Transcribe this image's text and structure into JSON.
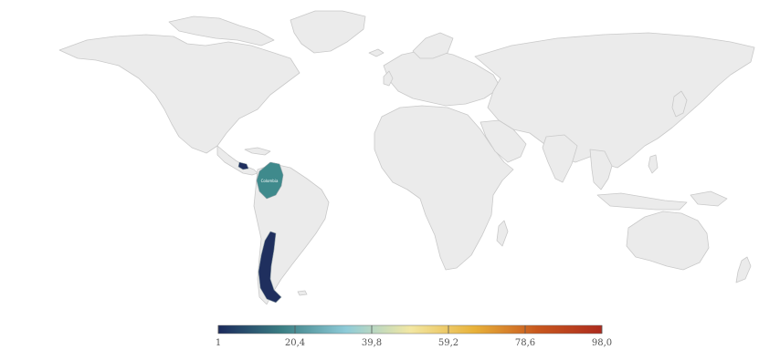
{
  "map": {
    "projection": "world",
    "base_land_color": "#ebebeb",
    "border_color": "#c9c9c9",
    "highlighted_regions": [
      {
        "region": "Colombia",
        "color": "#3f8a8c"
      },
      {
        "region": "Chile",
        "color": "#1f2f5e"
      },
      {
        "region": "El Salvador",
        "color": "#1f2f5e"
      }
    ],
    "region_label": "Colombia"
  },
  "legend": {
    "min": 1,
    "max": 98.0,
    "tick_labels": [
      "1",
      "20,4",
      "39,8",
      "59,2",
      "78,6",
      "98,0"
    ],
    "gradient_colors": [
      "#1b2a5c",
      "#3b7f84",
      "#8ecbd8",
      "#f2e7a3",
      "#e8b23a",
      "#c8571e",
      "#ad2b1e"
    ]
  }
}
